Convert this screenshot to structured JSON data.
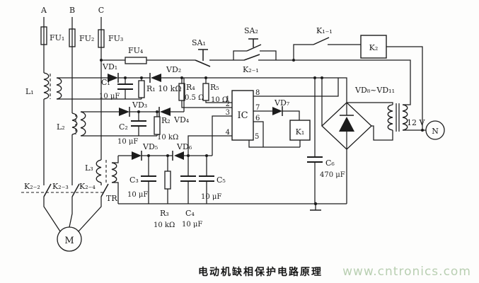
{
  "title": {
    "caption": "电动机缺相保护电路原理",
    "watermark": "www.cntronics.com"
  },
  "colors": {
    "line": "#1c1c1c",
    "watermark": "#b9cfb2",
    "background": "#fdfdfc"
  },
  "phases": {
    "a": "A",
    "b": "B",
    "c": "C",
    "neutral": "N"
  },
  "fuses": {
    "fu1": "FU₁",
    "fu2": "FU₂",
    "fu3": "FU₃",
    "fu4": "FU₄"
  },
  "switches": {
    "sa1": "SA₁",
    "sa2": "SA₂"
  },
  "relays": {
    "k1": "K₁",
    "k2": "K₂",
    "contacts": {
      "k1_1": "K₁₋₁",
      "k2_1": "K₂₋₁",
      "k2_2": "K₂₋₂",
      "k2_3": "K₂₋₃",
      "k2_4": "K₂₋₄"
    }
  },
  "diodes": {
    "vd1": "VD₁",
    "vd2": "VD₂",
    "vd3": "VD₃",
    "vd4": "VD₄",
    "vd5": "VD₅",
    "vd6": "VD₆",
    "vd7": "VD₇",
    "bridge": "VD₈~VD₁₁"
  },
  "capacitors": {
    "c1": "C₁",
    "c1_value": "10 μF",
    "c2": "C₂",
    "c2_value": "10 μF",
    "c3": "C₃",
    "c3_value": "10 μF",
    "c4": "C₄",
    "c4_value": "10 μF",
    "c5": "C₅",
    "c5_value": "10 μF",
    "c6": "C₆",
    "c6_value": "470 μF"
  },
  "resistors": {
    "r1": "R₁ 10 kΩ",
    "r2": "R₂",
    "r2_value": "10 kΩ",
    "r3": "R₃",
    "r3_value": "10 kΩ",
    "r4": "R₄",
    "r4_value": "0.5 Ω",
    "r5": "R₅",
    "r5_value": "10 Ω"
  },
  "inductors": {
    "l1": "L₁",
    "l2": "L₂",
    "l3": "L₃",
    "tr": "TR"
  },
  "transformer": {
    "secondary_voltage": "12 V"
  },
  "ic": {
    "label": "IC",
    "pins": {
      "p1": "1",
      "p2": "2",
      "p3": "3",
      "p4": "4",
      "p5": "5",
      "p6": "6",
      "p7": "7",
      "p8": "8"
    }
  },
  "motor": {
    "label": "M"
  }
}
